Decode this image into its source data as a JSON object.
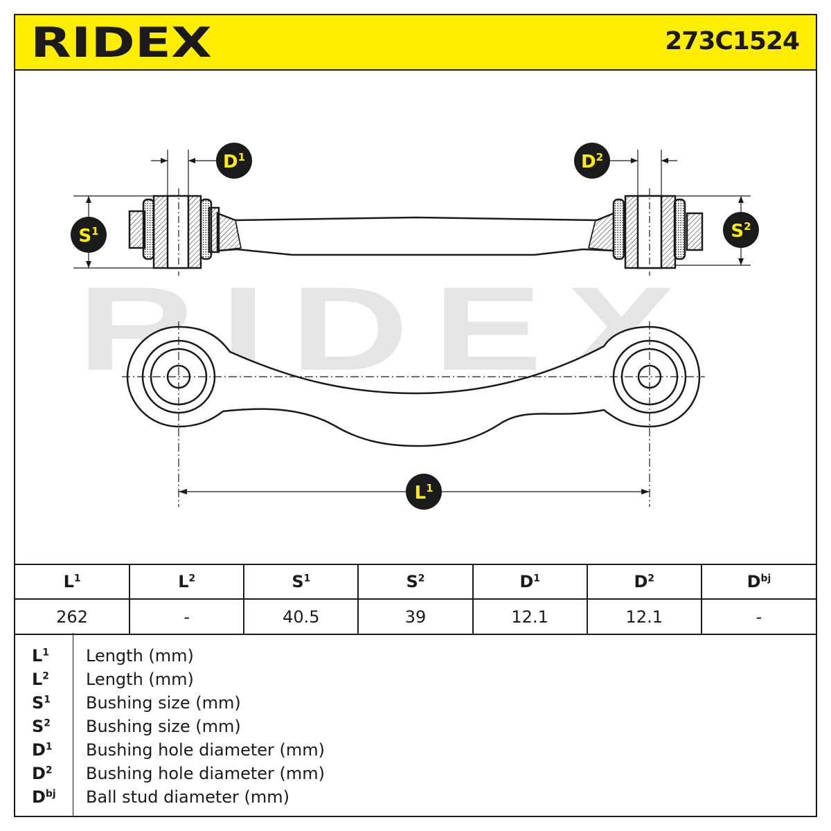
{
  "brand": {
    "name": "RIDEX",
    "watermark": "RIDEX",
    "accent_color": "#ffed00",
    "ink_color": "#1a1a1a"
  },
  "part_number": "273C1524",
  "drawing": {
    "callouts": {
      "D1": {
        "letter": "D",
        "index": "1"
      },
      "D2": {
        "letter": "D",
        "index": "2"
      },
      "S1": {
        "letter": "S",
        "index": "1"
      },
      "S2": {
        "letter": "S",
        "index": "2"
      },
      "L1": {
        "letter": "L",
        "index": "1"
      }
    }
  },
  "table": {
    "columns": [
      {
        "sym": "L",
        "sup": "1",
        "value": "262"
      },
      {
        "sym": "L",
        "sup": "2",
        "value": "-"
      },
      {
        "sym": "S",
        "sup": "1",
        "value": "40.5"
      },
      {
        "sym": "S",
        "sup": "2",
        "value": "39"
      },
      {
        "sym": "D",
        "sup": "1",
        "value": "12.1"
      },
      {
        "sym": "D",
        "sup": "2",
        "value": "12.1"
      },
      {
        "sym": "D",
        "sup": "bj",
        "value": "-"
      }
    ]
  },
  "legend": [
    {
      "sym": "L",
      "sup": "1",
      "desc": "Length (mm)"
    },
    {
      "sym": "L",
      "sup": "2",
      "desc": "Length (mm)"
    },
    {
      "sym": "S",
      "sup": "1",
      "desc": "Bushing size (mm)"
    },
    {
      "sym": "S",
      "sup": "2",
      "desc": "Bushing size (mm)"
    },
    {
      "sym": "D",
      "sup": "1",
      "desc": "Bushing hole diameter (mm)"
    },
    {
      "sym": "D",
      "sup": "2",
      "desc": "Bushing hole diameter (mm)"
    },
    {
      "sym": "D",
      "sup": "bj",
      "desc": "Ball stud diameter (mm)"
    }
  ]
}
